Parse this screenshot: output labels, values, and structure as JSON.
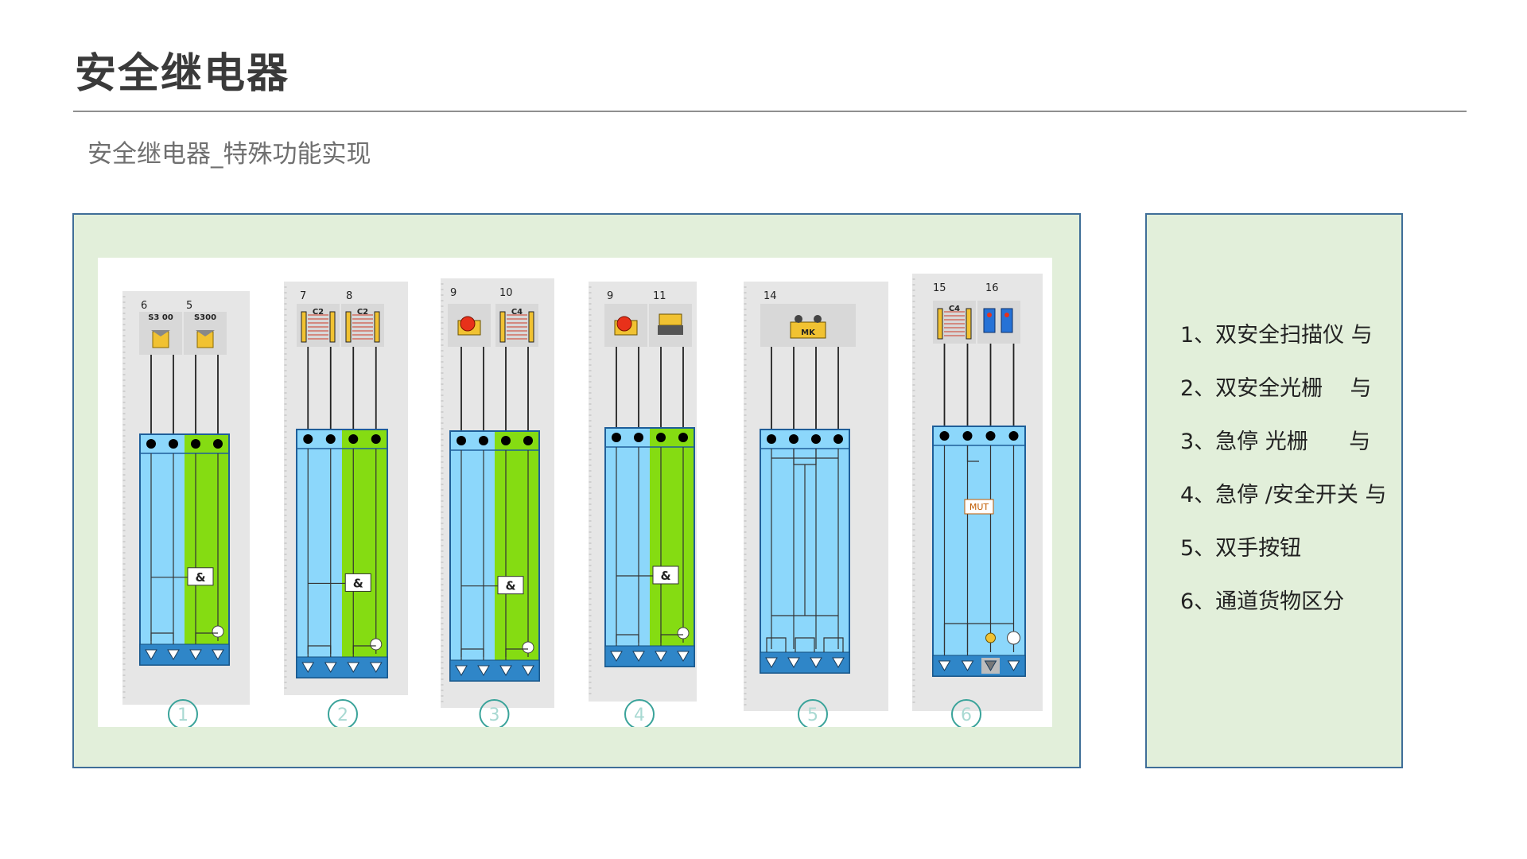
{
  "header": {
    "title": "安全继电器",
    "subtitle": "安全继电器_特殊功能实现"
  },
  "colors": {
    "panel_fill": "#e2efda",
    "panel_border": "#3f6e98",
    "channel_blue": "#8cd7fb",
    "channel_green": "#85dc12",
    "terminal_strip": "#2f86c8",
    "device_yellow": "#f1c232",
    "device_red": "#e8311a",
    "device_blue": "#2672d6"
  },
  "modules": [
    {
      "circle": "1",
      "numbers": [
        "6",
        "5"
      ],
      "devices": [
        {
          "icon": "scanner-icon",
          "text": "S3 00"
        },
        {
          "icon": "scanner-icon",
          "text": "S300"
        }
      ],
      "channels": [
        "blue",
        "blue-green",
        "green",
        "green"
      ],
      "gate": "and",
      "gate_text": "&"
    },
    {
      "circle": "2",
      "numbers": [
        "7",
        "8"
      ],
      "devices": [
        {
          "icon": "light-curtain-icon",
          "text": "C2"
        },
        {
          "icon": "light-curtain-icon",
          "text": "C2"
        }
      ],
      "channels": [
        "blue",
        "blue",
        "green",
        "green"
      ],
      "gate": "and",
      "gate_text": "&"
    },
    {
      "circle": "3",
      "numbers": [
        "9",
        "10"
      ],
      "devices": [
        {
          "icon": "emergency-stop-icon",
          "text": ""
        },
        {
          "icon": "light-curtain-icon",
          "text": "C4"
        }
      ],
      "channels": [
        "blue",
        "blue",
        "green",
        "green"
      ],
      "gate": "and",
      "gate_text": "&"
    },
    {
      "circle": "4",
      "numbers": [
        "9",
        "11"
      ],
      "devices": [
        {
          "icon": "emergency-stop-icon",
          "text": ""
        },
        {
          "icon": "safety-switch-icon",
          "text": ""
        }
      ],
      "channels": [
        "blue",
        "blue",
        "green",
        "green"
      ],
      "gate": "and",
      "gate_text": "&"
    },
    {
      "circle": "5",
      "numbers": [
        "14"
      ],
      "devices": [
        {
          "icon": "two-hand-button-icon",
          "text": "MK"
        }
      ],
      "channels": [
        "blue",
        "blue",
        "blue",
        "blue"
      ],
      "gate": "two-hand",
      "gate_text": ""
    },
    {
      "circle": "6",
      "numbers": [
        "15",
        "16"
      ],
      "devices": [
        {
          "icon": "light-curtain-icon",
          "text": "C4"
        },
        {
          "icon": "muting-sensor-icon",
          "text": ""
        }
      ],
      "channels": [
        "blue",
        "blue",
        "blue",
        "blue"
      ],
      "gate": "muting",
      "gate_text": "MUT"
    }
  ],
  "feature_list": [
    "1、双安全扫描仪 与",
    "2、双安全光栅    与",
    "3、急停 光栅      与",
    "4、急停 /安全开关 与",
    "5、双手按钮",
    "6、通道货物区分"
  ]
}
